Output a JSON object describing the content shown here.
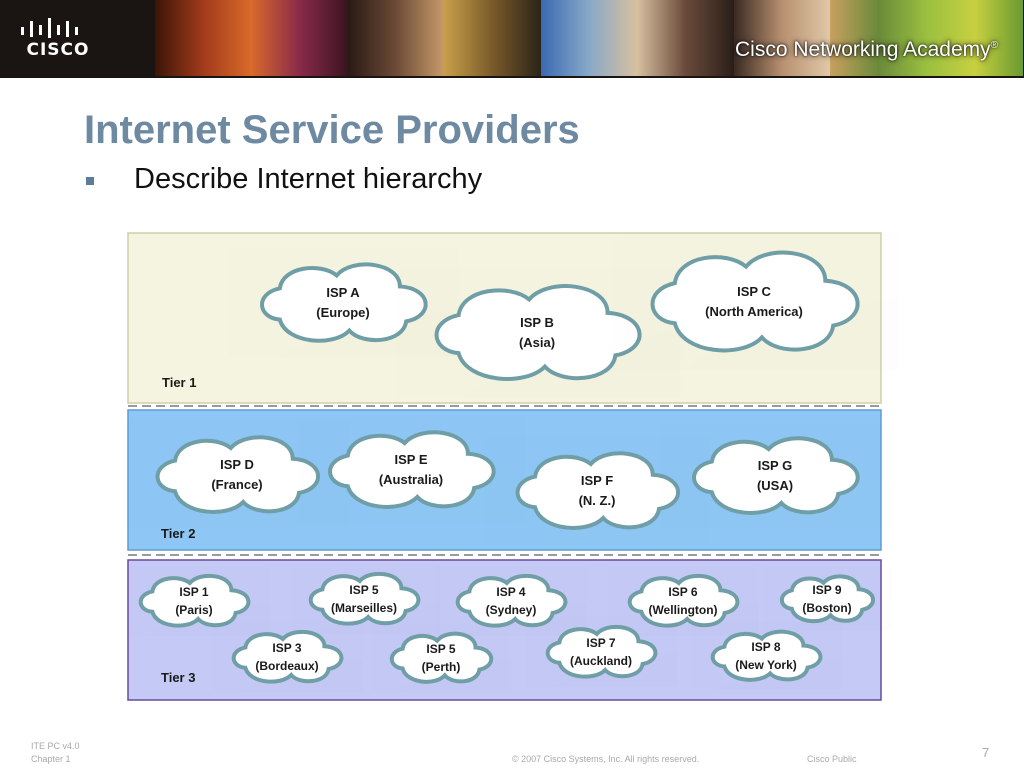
{
  "header": {
    "logo_text": "CISCO",
    "academy_brand": "Cisco Networking Academy",
    "registered_mark": "®"
  },
  "slide": {
    "title": "Internet Service Providers",
    "bullet": "Describe Internet hierarchy"
  },
  "diagram": {
    "tiers": [
      {
        "label": "Tier 1",
        "color": "#f4f4e0",
        "isps": [
          {
            "name": "ISP A",
            "location": "(Europe)"
          },
          {
            "name": "ISP B",
            "location": "(Asia)"
          },
          {
            "name": "ISP C",
            "location": "(North America)"
          }
        ]
      },
      {
        "label": "Tier 2",
        "color": "#8ec7f5",
        "isps": [
          {
            "name": "ISP D",
            "location": "(France)"
          },
          {
            "name": "ISP E",
            "location": "(Australia)"
          },
          {
            "name": "ISP F",
            "location": "(N. Z.)"
          },
          {
            "name": "ISP G",
            "location": "(USA)"
          }
        ]
      },
      {
        "label": "Tier 3",
        "color": "#c4caf5",
        "isps": [
          {
            "name": "ISP 1",
            "location": "(Paris)"
          },
          {
            "name": "ISP 5",
            "location": "(Marseilles)"
          },
          {
            "name": "ISP 4",
            "location": "(Sydney)"
          },
          {
            "name": "ISP 6",
            "location": "(Wellington)"
          },
          {
            "name": "ISP 9",
            "location": "(Boston)"
          },
          {
            "name": "ISP 3",
            "location": "(Bordeaux)"
          },
          {
            "name": "ISP 5",
            "location": "(Perth)"
          },
          {
            "name": "ISP 7",
            "location": "(Auckland)"
          },
          {
            "name": "ISP 8",
            "location": "(New York)"
          }
        ]
      }
    ]
  },
  "footer": {
    "course": "ITE PC v4.0",
    "chapter": "Chapter 1",
    "copyright": "© 2007 Cisco Systems, Inc. All rights reserved.",
    "classification": "Cisco Public",
    "page_number": "7"
  }
}
